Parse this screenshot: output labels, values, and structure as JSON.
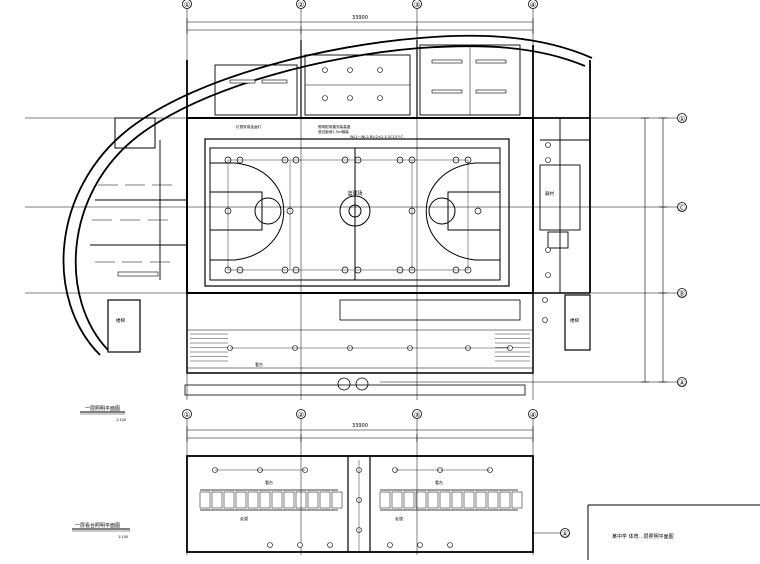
{
  "sheet": {
    "title_block_text": "某中学 体育…层照明平面图"
  },
  "axes_vertical": [
    "①",
    "②",
    "③",
    "④"
  ],
  "axes_horizontal": [
    "①",
    "Ⓒ",
    "Ⓑ",
    "Ⓐ"
  ],
  "plan_upper": {
    "caption": "一层照明平面图",
    "scale": "1:100",
    "top_dimension": "33900",
    "room_labels": {
      "court": "篮球场",
      "side_room": "器材",
      "stairs_left": "楼梯",
      "stairs_right": "楼梯",
      "stand": "看台"
    },
    "note_lines": [
      "照明配电箱安装高度",
      "底边距地1.5m暗装",
      "WL1~WL3 BV-2×2.5 SC15 FC",
      "灯具采用金卤灯"
    ]
  },
  "plan_lower": {
    "caption": "一层看台照明平面图",
    "scale": "1:100",
    "top_dimension": "33900",
    "room_labels": {
      "left_hall": "看台",
      "right_hall": "看台",
      "left_corridor": "走道",
      "right_corridor": "走道"
    }
  }
}
